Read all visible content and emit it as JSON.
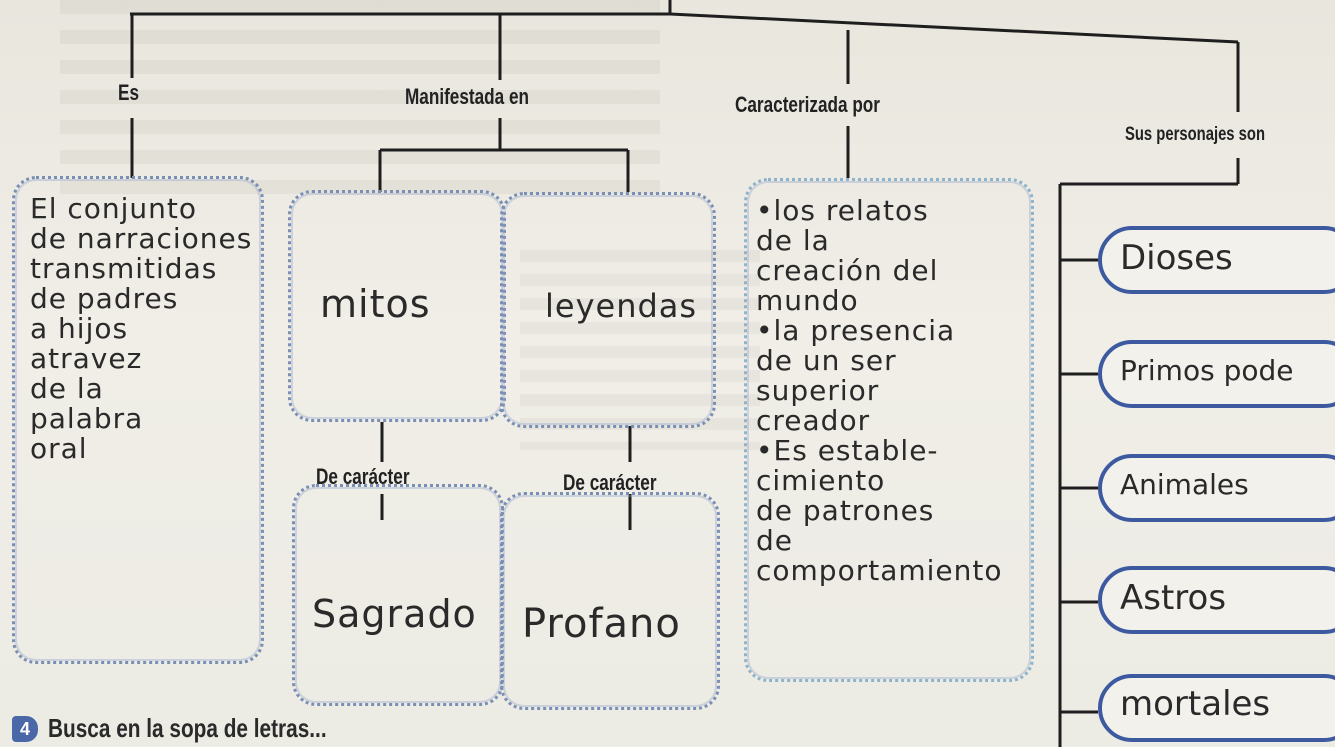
{
  "labels": {
    "es": "Es",
    "manifestada": "Manifestada en",
    "caracterizada": "Caracterizada por",
    "personajes": "Sus personajes son",
    "caracter1": "De carácter",
    "caracter2": "De carácter"
  },
  "boxes": {
    "definicion": "El conjunto\nde narraciones\ntransmitidas\nde padres\na hijos\natravez\nde la\npalabra\noral",
    "mitos": "mitos",
    "leyendas": "leyendas",
    "sagrado": "Sagrado",
    "profano": "Profano",
    "caracteristicas": "•los relatos\nde la\ncreación del\nmundo\n•la presencia\nde un ser\nsuperior\ncreador\n•Es estable-\ncimiento\nde patrones\nde\ncomportamiento"
  },
  "personajes": [
    "Dioses",
    "Primos pode",
    "Animales",
    "Astros",
    "mortales"
  ],
  "footer": {
    "number": "4",
    "instruction": "Busca en la sopa de letras..."
  },
  "colors": {
    "box_border": "#7b8fb5",
    "pill_border": "#3d5aa0",
    "badge": "#4a67a8"
  }
}
